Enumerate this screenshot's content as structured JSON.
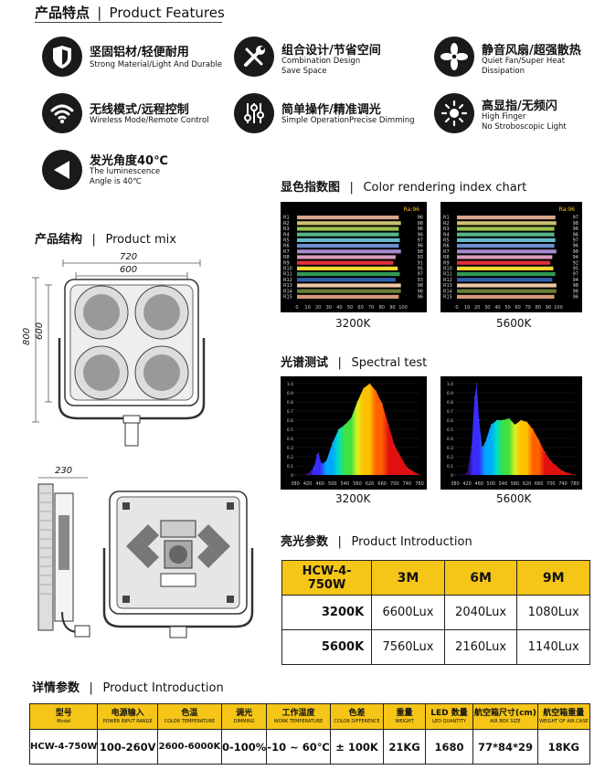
{
  "features_title": {
    "cn": "产品特点",
    "sep": "|",
    "en": "Product Features"
  },
  "features": [
    {
      "icon": "shield-icon",
      "cn": "坚固铝材/轻便耐用",
      "en": [
        "Strong Material/Light And Durable"
      ]
    },
    {
      "icon": "tools-icon",
      "cn": "组合设计/节省空间",
      "en": [
        "Combination Design",
        "Save Space"
      ]
    },
    {
      "icon": "fan-icon",
      "cn": "静音风扇/超强散热",
      "en": [
        "Quiet Fan/Super Heat",
        "Dissipation"
      ]
    },
    {
      "icon": "wifi-icon",
      "cn": "无线模式/远程控制",
      "en": [
        "Wireless Mode/Remote Control"
      ]
    },
    {
      "icon": "sliders-icon",
      "cn": "简单操作/精准调光",
      "en": [
        "Simple OperationPrecise Dimming"
      ]
    },
    {
      "icon": "sun-icon",
      "cn": "高显指/无频闪",
      "en": [
        "High Finger",
        "No Stroboscopic Light"
      ]
    },
    {
      "icon": "angle-icon",
      "cn": "发光角度40℃",
      "en": [
        "The luminescence",
        "Angle is 40℃"
      ]
    }
  ],
  "cri_title": {
    "cn": "显色指数图",
    "sep": "|",
    "en": "Color rendering index chart"
  },
  "cri_charts": [
    {
      "caption": "3200K",
      "header_ra": "Ra:96",
      "labels": [
        "R1",
        "R2",
        "R3",
        "R4",
        "R5",
        "R6",
        "R7",
        "R8",
        "R9",
        "R10",
        "R11",
        "R12",
        "R13",
        "R14",
        "R15"
      ],
      "values": [
        96,
        98,
        96,
        96,
        97,
        96,
        98,
        93,
        91,
        95,
        97,
        93,
        98,
        98,
        96
      ],
      "colors": [
        "#d8a58a",
        "#c9c070",
        "#9bc24c",
        "#56b58a",
        "#64b9c9",
        "#6a8fcf",
        "#a58ad0",
        "#d79ab4",
        "#e0303b",
        "#f1d531",
        "#2f9a54",
        "#2f5fb0",
        "#f1c7a4",
        "#6c7f35",
        "#d49a78"
      ],
      "x_ticks": [
        "0",
        "10",
        "20",
        "30",
        "40",
        "50",
        "60",
        "70",
        "80",
        "90",
        "100"
      ]
    },
    {
      "caption": "5600K",
      "header_ra": "Ra:96",
      "labels": [
        "R1",
        "R2",
        "R3",
        "R4",
        "R5",
        "R6",
        "R7",
        "R8",
        "R9",
        "R10",
        "R11",
        "R12",
        "R13",
        "R14",
        "R15"
      ],
      "values": [
        97,
        98,
        96,
        96,
        97,
        96,
        98,
        94,
        92,
        95,
        97,
        94,
        98,
        98,
        96
      ],
      "colors": [
        "#d8a58a",
        "#c9c070",
        "#9bc24c",
        "#56b58a",
        "#64b9c9",
        "#6a8fcf",
        "#a58ad0",
        "#d79ab4",
        "#e0303b",
        "#f1d531",
        "#2f9a54",
        "#2f5fb0",
        "#f1c7a4",
        "#6c7f35",
        "#d49a78"
      ],
      "x_ticks": [
        "0",
        "10",
        "20",
        "30",
        "40",
        "50",
        "60",
        "70",
        "80",
        "90",
        "100"
      ]
    }
  ],
  "product_mix_title": {
    "cn": "产品结构",
    "sep": "|",
    "en": "Product mix"
  },
  "dims": {
    "w720": "720",
    "w600": "600",
    "h800": "800",
    "h600": "600",
    "d230": "230"
  },
  "spectral_title": {
    "cn": "光谱测试",
    "sep": "|",
    "en": "Spectral test"
  },
  "chart_data": [
    {
      "type": "area",
      "caption": "3200K",
      "x_ticks": [
        "380",
        "420",
        "460",
        "500",
        "540",
        "580",
        "620",
        "660",
        "700",
        "740",
        "780"
      ],
      "y_ticks": [
        "0",
        "0.1",
        "0.2",
        "0.3",
        "0.4",
        "0.5",
        "0.6",
        "0.7",
        "0.8",
        "0.9",
        "1.0"
      ],
      "x": [
        380,
        420,
        440,
        450,
        455,
        465,
        480,
        500,
        520,
        540,
        560,
        580,
        600,
        620,
        640,
        660,
        680,
        700,
        740,
        780
      ],
      "y": [
        0,
        0.01,
        0.08,
        0.22,
        0.24,
        0.12,
        0.15,
        0.35,
        0.5,
        0.55,
        0.62,
        0.8,
        0.95,
        1.0,
        0.92,
        0.78,
        0.55,
        0.32,
        0.08,
        0.0
      ],
      "xlim": [
        380,
        780
      ],
      "ylim": [
        0,
        1.0
      ]
    },
    {
      "type": "area",
      "caption": "5600K",
      "x_ticks": [
        "380",
        "420",
        "460",
        "500",
        "540",
        "580",
        "620",
        "660",
        "700",
        "740",
        "780"
      ],
      "y_ticks": [
        "0",
        "0.1",
        "0.2",
        "0.3",
        "0.4",
        "0.5",
        "0.6",
        "0.7",
        "0.8",
        "0.9",
        "1.0"
      ],
      "x": [
        380,
        420,
        435,
        445,
        452,
        460,
        470,
        480,
        500,
        520,
        540,
        560,
        580,
        600,
        620,
        640,
        660,
        680,
        700,
        740,
        780
      ],
      "y": [
        0,
        0.02,
        0.3,
        0.85,
        1.0,
        0.6,
        0.3,
        0.35,
        0.55,
        0.6,
        0.6,
        0.62,
        0.55,
        0.6,
        0.58,
        0.5,
        0.38,
        0.25,
        0.15,
        0.04,
        0.0
      ],
      "xlim": [
        380,
        780
      ],
      "ylim": [
        0,
        1.0
      ]
    }
  ],
  "lux_title": {
    "cn": "亮光参数",
    "sep": "|",
    "en": "Product Introduction"
  },
  "lux_table": {
    "model": "HCW-4-750W",
    "distances": [
      "3M",
      "6M",
      "9M"
    ],
    "rows": [
      {
        "temp": "3200K",
        "vals": [
          "6600Lux",
          "2040Lux",
          "1080Lux"
        ]
      },
      {
        "temp": "5600K",
        "vals": [
          "7560Lux",
          "2160Lux",
          "1140Lux"
        ]
      }
    ]
  },
  "detail_title": {
    "cn": "详情参数",
    "sep": "|",
    "en": "Product Introduction"
  },
  "spec_table": {
    "headers": [
      {
        "cn": "型号",
        "en": "Model"
      },
      {
        "cn": "电源输入",
        "en": "POWER INPUT RANGE"
      },
      {
        "cn": "色温",
        "en": "COLOR TEMPERATURE"
      },
      {
        "cn": "调光",
        "en": "DIMMING"
      },
      {
        "cn": "工作温度",
        "en": "WORK TEMPERATURE"
      },
      {
        "cn": "色差",
        "en": "COLOR DIFFERENCE"
      },
      {
        "cn": "重量",
        "en": "WEIGHT"
      },
      {
        "cn": "LED 数量",
        "en": "LED QUANTITY"
      },
      {
        "cn": "航空箱尺寸(cm)",
        "en": "AIR BOX SIZE"
      },
      {
        "cn": "航空箱重量",
        "en": "WEIGHT OF AIR CASE"
      }
    ],
    "values": [
      "HCW-4-750W",
      "100-260V",
      "2600-6000K",
      "0-100%",
      "-10 ~ 60℃",
      "± 100K",
      "21KG",
      "1680",
      "77*84*29",
      "18KG"
    ]
  }
}
